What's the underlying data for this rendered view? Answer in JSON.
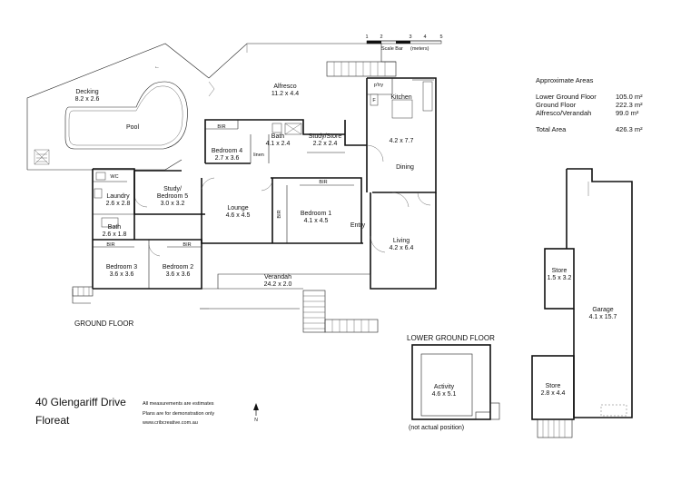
{
  "address": {
    "street": "40 Glengariff Drive",
    "suburb": "Floreat",
    "disclaimer_1": "All measurements are estimates",
    "disclaimer_2": "Plans are for demonstration only",
    "website": "www.cribcreative.com.au"
  },
  "scale_bar": {
    "ticks": [
      "1",
      "2",
      "3",
      "4",
      "5"
    ],
    "label": "Scale Bar",
    "unit": "(meters)"
  },
  "areas": {
    "title": "Approximate Areas",
    "rows": [
      {
        "label": "Lower Ground Floor",
        "value": "105.0 m²"
      },
      {
        "label": "Ground Floor",
        "value": "222.3 m²"
      },
      {
        "label": "Alfresco/Verandah",
        "value": "99.0 m²"
      },
      {
        "label": "Total Area",
        "value": "426.3 m²"
      }
    ]
  },
  "headings": {
    "ground_floor": "GROUND FLOOR",
    "lower_ground_floor": "LOWER GROUND FLOOR",
    "not_actual": "(not actual position)"
  },
  "north": "N",
  "rooms": {
    "decking": {
      "name": "Decking",
      "dims": "8.2 x 2.6"
    },
    "pool": {
      "name": "Pool"
    },
    "alfresco": {
      "name": "Alfresco",
      "dims": "11.2 x 4.4"
    },
    "kitchen": {
      "name": "Kitchen"
    },
    "ptry": {
      "name": "p'try"
    },
    "fridge": {
      "name": "F"
    },
    "kitchen_dining": {
      "dims": "4.2 x 7.7"
    },
    "dining": {
      "name": "Dining"
    },
    "bir_bed4": {
      "name": "BIR"
    },
    "bedroom4": {
      "name": "Bedroom 4",
      "dims": "2.7 x 3.6"
    },
    "bath_main": {
      "name": "Bath",
      "dims": "4.1 x 2.4"
    },
    "linen": {
      "name": "linen"
    },
    "study_store": {
      "name": "Study/Store",
      "dims": "2.2 x 2.4"
    },
    "wc": {
      "name": "WC"
    },
    "laundry": {
      "name": "Laundry",
      "dims": "2.6 x 2.8"
    },
    "study_bed5_1": {
      "name": "Study/"
    },
    "study_bed5_2": {
      "name": "Bedroom 5",
      "dims": "3.0 x 3.2"
    },
    "lounge": {
      "name": "Lounge",
      "dims": "4.6 x 4.5"
    },
    "bir_bed1_top": {
      "name": "BIR"
    },
    "bir_bed1_side": {
      "name": "BIR"
    },
    "bedroom1": {
      "name": "Bedroom 1",
      "dims": "4.1 x 4.5"
    },
    "entry": {
      "name": "Entry"
    },
    "living": {
      "name": "Living",
      "dims": "4.2 x 6.4"
    },
    "bath_small": {
      "name": "Bath",
      "dims": "2.6 x 1.8"
    },
    "bir_bed3": {
      "name": "BIR"
    },
    "bir_bed2": {
      "name": "BIR"
    },
    "bedroom3": {
      "name": "Bedroom 3",
      "dims": "3.6 x 3.6"
    },
    "bedroom2": {
      "name": "Bedroom 2",
      "dims": "3.6 x 3.6"
    },
    "verandah": {
      "name": "Verandah",
      "dims": "24.2 x 2.0"
    },
    "activity": {
      "name": "Activity",
      "dims": "4.6 x 5.1"
    },
    "store_upper": {
      "name": "Store",
      "dims": "1.5 x 3.2"
    },
    "garage": {
      "name": "Garage",
      "dims": "4.1 x 15.7"
    },
    "store_lower": {
      "name": "Store",
      "dims": "2.8 x 4.4"
    }
  }
}
